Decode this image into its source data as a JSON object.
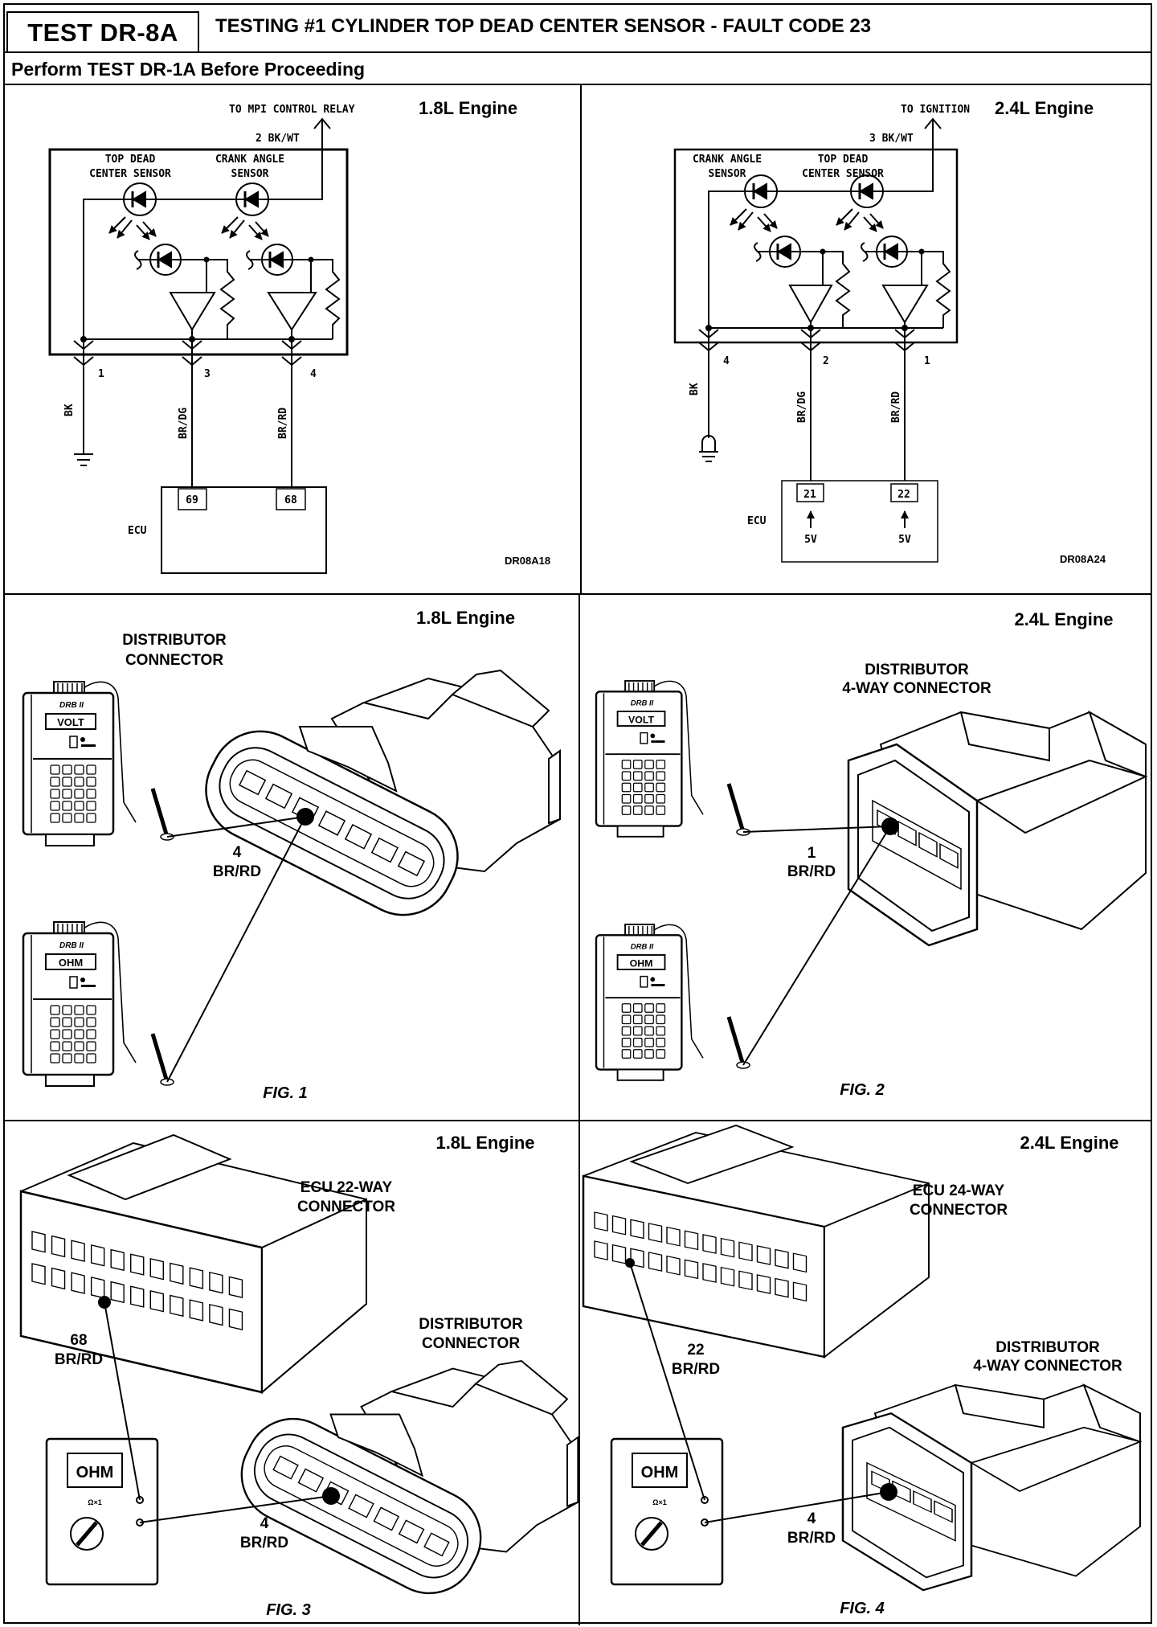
{
  "header": {
    "test_id": "TEST DR-8A",
    "title": "TESTING #1 CYLINDER TOP DEAD CENTER SENSOR - FAULT CODE 23",
    "instruction": "Perform TEST DR-1A Before Proceeding"
  },
  "schematic_18": {
    "engine": "1.8L Engine",
    "to_label": "TO MPI CONTROL RELAY",
    "feed_wire": "2 BK/WT",
    "sensor_a": [
      "TOP DEAD",
      "CENTER SENSOR"
    ],
    "sensor_b": [
      "CRANK ANGLE",
      "SENSOR"
    ],
    "pins": [
      "1",
      "3",
      "4"
    ],
    "wires": [
      "BK",
      "BR/DG",
      "BR/RD"
    ],
    "ecu_label": "ECU",
    "ecu_pins": [
      "69",
      "68"
    ],
    "ref": "DR08A18"
  },
  "schematic_24": {
    "engine": "2.4L Engine",
    "to_label": "TO IGNITION",
    "feed_wire": "3 BK/WT",
    "sensor_a": [
      "CRANK ANGLE",
      "SENSOR"
    ],
    "sensor_b": [
      "TOP DEAD",
      "CENTER SENSOR"
    ],
    "pins": [
      "4",
      "2",
      "1"
    ],
    "wires": [
      "BK",
      "BR/DG",
      "BR/RD"
    ],
    "ecu_label": "ECU",
    "ecu_pins": [
      "21",
      "22"
    ],
    "ecu_supply": [
      "5V",
      "5V"
    ],
    "ref": "DR08A24"
  },
  "fig1": {
    "engine": "1.8L Engine",
    "connector": [
      "DISTRIBUTOR",
      "CONNECTOR"
    ],
    "pin": "4",
    "wire": "BR/RD",
    "tester_brand": "DRB II",
    "tester_modes": [
      "VOLT",
      "OHM"
    ],
    "caption": "FIG. 1"
  },
  "fig2": {
    "engine": "2.4L Engine",
    "connector": [
      "DISTRIBUTOR",
      "4-WAY CONNECTOR"
    ],
    "pin": "1",
    "wire": "BR/RD",
    "tester_brand": "DRB II",
    "tester_modes": [
      "VOLT",
      "OHM"
    ],
    "caption": "FIG. 2"
  },
  "fig3": {
    "engine": "1.8L Engine",
    "ecu_connector": [
      "ECU 22-WAY",
      "CONNECTOR"
    ],
    "ecu_pin": "68",
    "ecu_wire": "BR/RD",
    "dist_connector": [
      "DISTRIBUTOR",
      "CONNECTOR"
    ],
    "dist_pin": "4",
    "dist_wire": "BR/RD",
    "meter_mode": "OHM",
    "meter_range": "Ω×1",
    "caption": "FIG. 3"
  },
  "fig4": {
    "engine": "2.4L Engine",
    "ecu_connector": [
      "ECU 24-WAY",
      "CONNECTOR"
    ],
    "ecu_pin": "22",
    "ecu_wire": "BR/RD",
    "dist_connector": [
      "DISTRIBUTOR",
      "4-WAY CONNECTOR"
    ],
    "dist_pin": "4",
    "dist_wire": "BR/RD",
    "meter_mode": "OHM",
    "meter_range": "Ω×1",
    "caption": "FIG. 4"
  }
}
